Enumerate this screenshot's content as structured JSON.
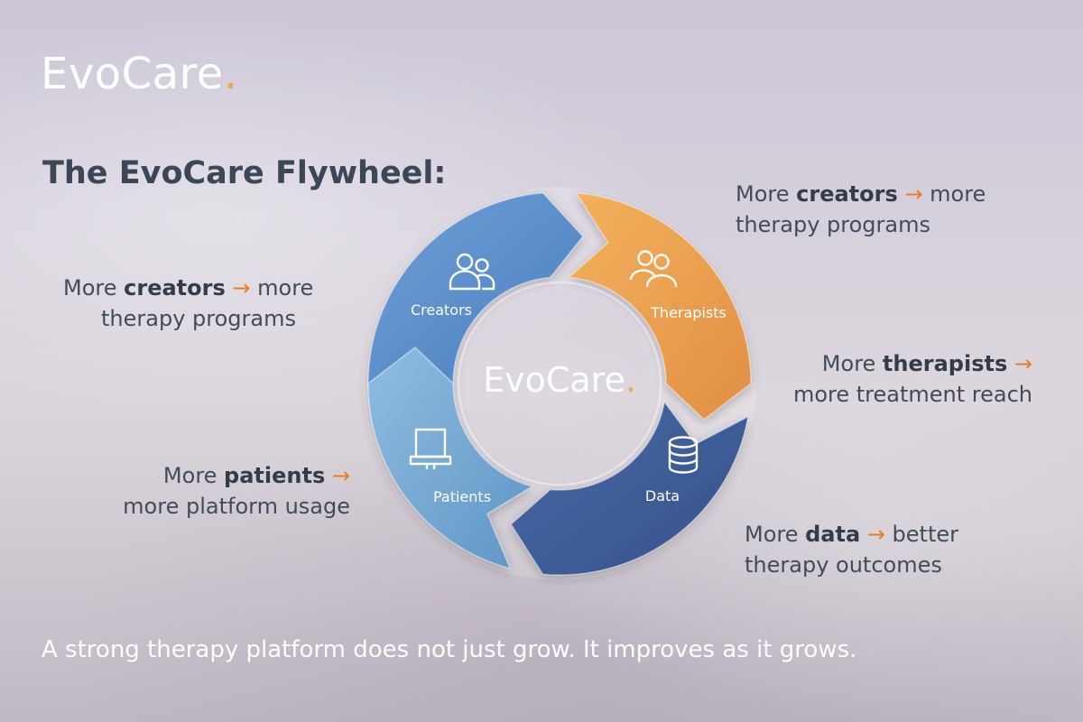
{
  "brand": {
    "name": "EvoCare",
    "dot": ".",
    "dot_color": "#f0a848"
  },
  "title": "The EvoCare Flywheel:",
  "flywheel": {
    "center": "EvoCare",
    "segments": [
      {
        "label": "Creators",
        "icon": "users-icon",
        "color": "#5b8fce"
      },
      {
        "label": "Therapists",
        "icon": "users-icon",
        "color": "#eba153"
      },
      {
        "label": "Data",
        "icon": "database-icon",
        "color": "#3f5f99"
      },
      {
        "label": "Patients",
        "icon": "monitor-icon",
        "color": "#7eafd5"
      }
    ]
  },
  "labels": {
    "top_left": {
      "pre": "More ",
      "bold": "creators",
      "arrow": " → ",
      "post_line1": "more",
      "line2": "therapy programs"
    },
    "top_right": {
      "pre": "More ",
      "bold": "creators",
      "arrow": " → ",
      "post_line1": "more",
      "line2": "therapy programs"
    },
    "right": {
      "pre": "More ",
      "bold": "therapists",
      "arrow": " →",
      "line2": "more treatment reach"
    },
    "left": {
      "pre": "More ",
      "bold": "patients",
      "arrow": " →",
      "line2": "more platform usage"
    },
    "bottom_right": {
      "pre": "More ",
      "bold": "data",
      "arrow": " → ",
      "post_line1": "better",
      "line2": "therapy outcomes"
    }
  },
  "tagline": "A strong therapy platform does not just grow. It improves as it grows.",
  "colors": {
    "accent_arrow": "#e67e22",
    "title": "#3b4657"
  }
}
